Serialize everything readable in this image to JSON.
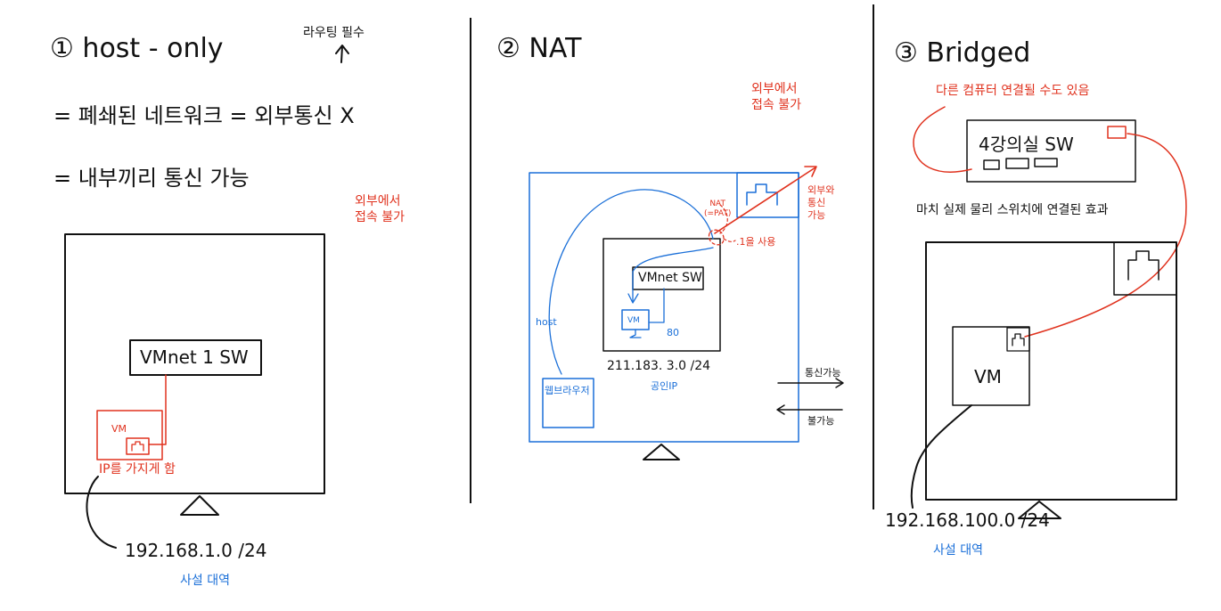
{
  "section1": {
    "title": "① host - only",
    "routing_note": "라우팅 필수",
    "line1": "=  폐쇄된  네트워크  =  외부통신 X",
    "line2": "=  내부끼리  통신 가능",
    "outside_note_1": "외부에서",
    "outside_note_2": "접속 불가",
    "switch_label": "VMnet 1 SW",
    "vm_label": "VM",
    "ip_note": "IP를 가지게 함",
    "subnet": "192.168.1.0  /24",
    "private_range": "사설 대역"
  },
  "section2": {
    "title": "② NAT",
    "outside_note_1": "외부에서",
    "outside_note_2": "접속 불가",
    "outside_comm_1": "외부와",
    "outside_comm_2": "통신",
    "outside_comm_3": "가능",
    "nat_label_1": "NAT",
    "nat_label_2": "(=PAT)",
    "use_note": ".1을 사용",
    "switch_label": "VMnet SW",
    "vm_label": "VM",
    "port_label": "80",
    "host_label": "host",
    "subnet": "211.183. 3.0    /24",
    "public_ip": "공인IP",
    "browser_label": "웹브라우저",
    "comm_ok": "통신가능",
    "comm_no": "불가능"
  },
  "section3": {
    "title": "③ Bridged",
    "other_pc_note": "다른 컴퓨터 연결될 수도 있음",
    "classroom_sw": "4강의실  SW",
    "effect_note": "마치  실제  물리  스위치에   연결된  효과",
    "vm_label": "VM",
    "subnet": "192.168.100.0 /24",
    "private_range": "사설 대역"
  },
  "colors": {
    "ink": "#111111",
    "red": "#e0321e",
    "blue": "#1a6fd8"
  }
}
